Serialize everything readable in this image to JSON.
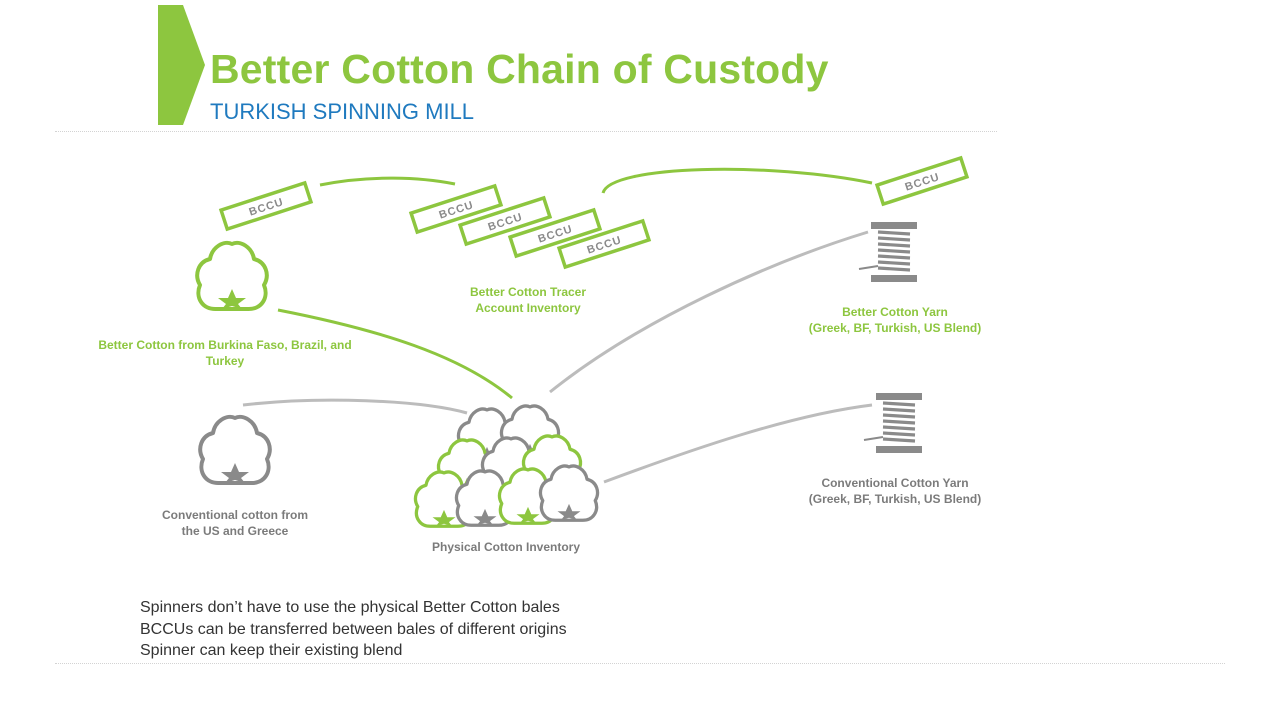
{
  "header": {
    "title": "Better Cotton Chain of Custody",
    "subtitle": "TURKISH SPINNING MILL"
  },
  "diagram": {
    "token_label": "BCCU",
    "labels": {
      "bc_origin": "Better Cotton from Burkina Faso, Brazil, and Turkey",
      "tracer_inventory": "Better Cotton Tracer Account Inventory",
      "bc_yarn_line1": "Better Cotton Yarn",
      "bc_yarn_line2": "(Greek, BF, Turkish, US Blend)",
      "conv_origin_line1": "Conventional cotton from",
      "conv_origin_line2": "the US and Greece",
      "physical_inventory": "Physical Cotton Inventory",
      "conv_yarn_line1": "Conventional Cotton Yarn",
      "conv_yarn_line2": "(Greek, BF, Turkish, US Blend)"
    },
    "colors": {
      "better_cotton": "#8DC63F",
      "conventional": "#8a8a8a",
      "title": "#8DC63F",
      "subtitle": "#1F7ABF"
    }
  },
  "notes": [
    "Spinners don’t have to use the physical Better Cotton bales",
    "BCCUs can be transferred between bales of different origins",
    "Spinner can keep their existing blend"
  ]
}
